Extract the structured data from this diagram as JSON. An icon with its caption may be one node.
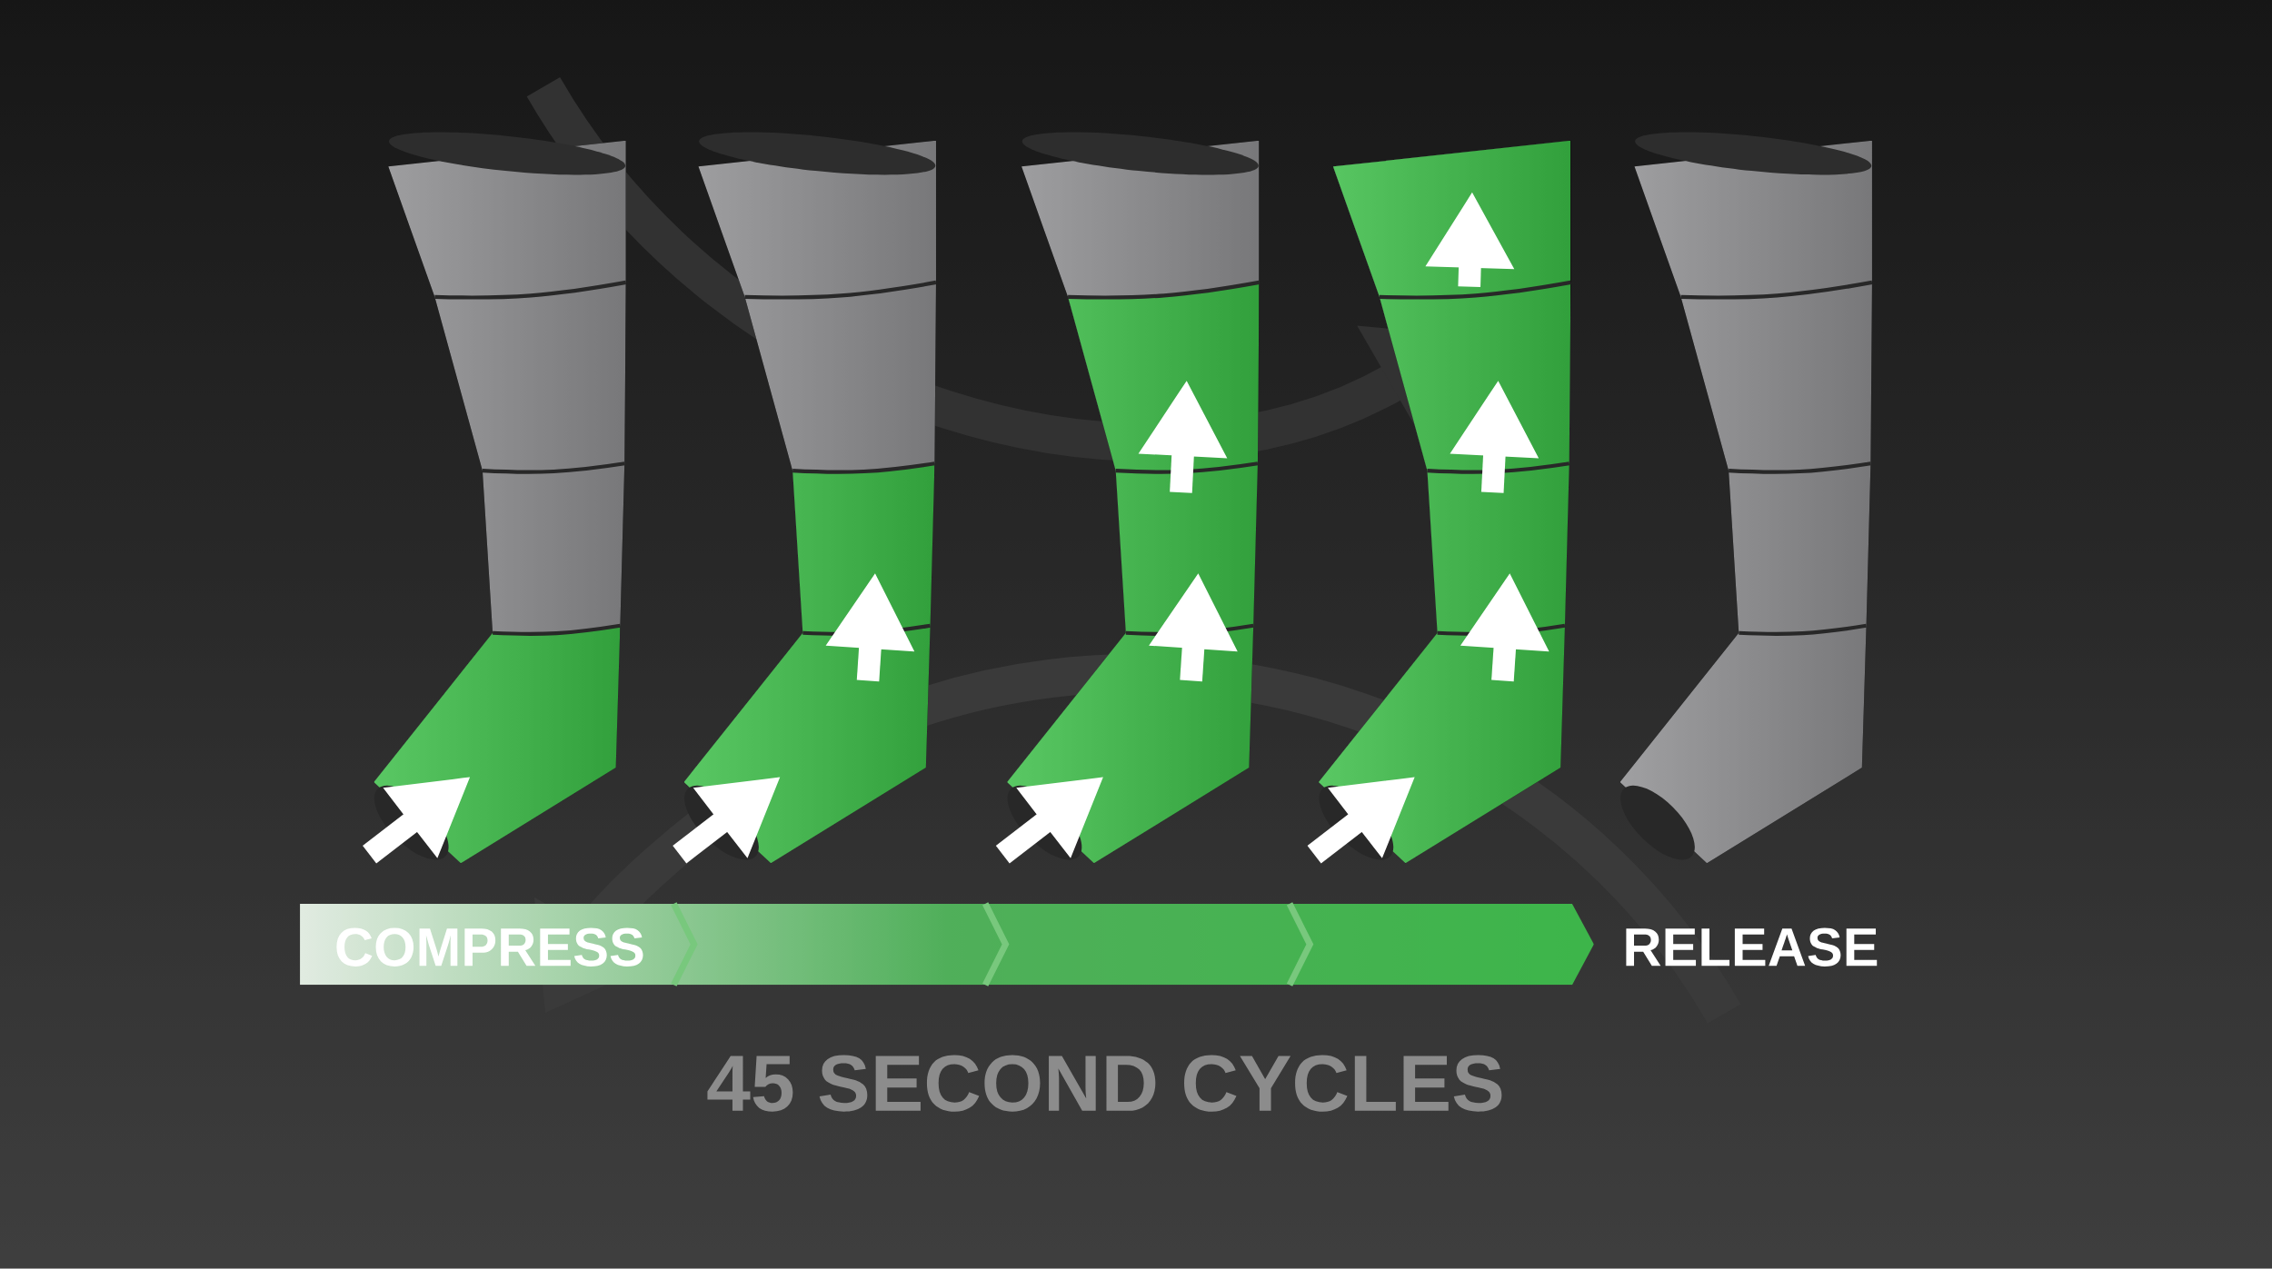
{
  "diagram": {
    "nodes": [
      {
        "text": [
          "COMPRESS"
        ]
      }
    ],
    "labels": [
      "RELEASE",
      "45 SECOND CYCLES"
    ]
  }
}
